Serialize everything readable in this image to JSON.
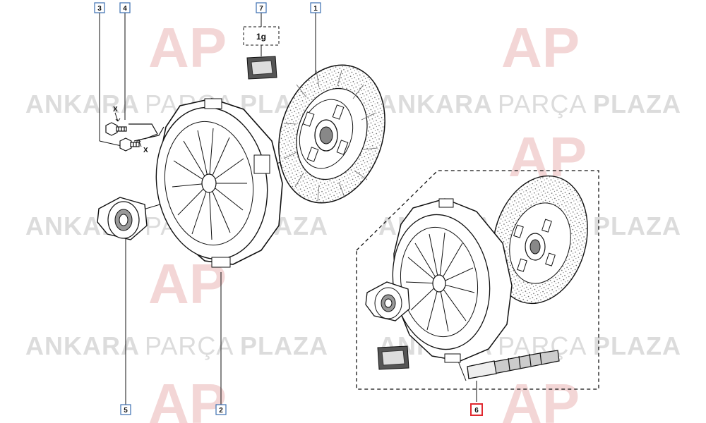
{
  "watermark": {
    "brand_word_1": "ANKARA",
    "brand_word_2": "PARÇA",
    "brand_word_3": "PLAZA",
    "logo_letters": "AP",
    "color_text": "#dcdcdc",
    "color_logo": "#f3d6d6"
  },
  "callouts": [
    {
      "id": "callout-1",
      "label": "1",
      "highlight": false
    },
    {
      "id": "callout-2",
      "label": "2",
      "highlight": false
    },
    {
      "id": "callout-3",
      "label": "3",
      "highlight": false
    },
    {
      "id": "callout-4",
      "label": "4",
      "highlight": false
    },
    {
      "id": "callout-5",
      "label": "5",
      "highlight": false
    },
    {
      "id": "callout-6",
      "label": "6",
      "highlight": true
    },
    {
      "id": "callout-7",
      "label": "7",
      "highlight": false
    }
  ],
  "grease_label": "1g",
  "bolt_marks": {
    "x_top": "X",
    "x_bottom": "X"
  },
  "colors": {
    "callout_border": "#3b6fb0",
    "callout_highlight": "#e0282f",
    "line": "#111111"
  }
}
